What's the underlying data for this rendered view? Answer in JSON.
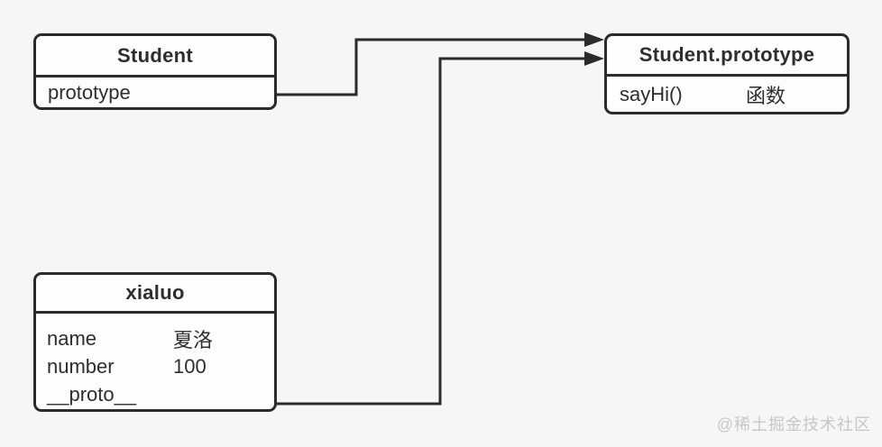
{
  "diagram": {
    "nodes": {
      "student": {
        "title": "Student",
        "rows": [
          {
            "label": "prototype",
            "value": ""
          }
        ]
      },
      "student_prototype": {
        "title": "Student.prototype",
        "rows": [
          {
            "label": "sayHi()",
            "value": "函数"
          }
        ]
      },
      "xialuo": {
        "title": "xialuo",
        "rows": [
          {
            "label": "name",
            "value": "夏洛"
          },
          {
            "label": "number",
            "value": "100"
          },
          {
            "label": "__proto__",
            "value": ""
          }
        ]
      }
    },
    "connections": [
      {
        "from": "Student.prototype",
        "to": "Student.prototype"
      },
      {
        "from": "xialuo.__proto__",
        "to": "Student.prototype"
      }
    ],
    "colors": {
      "background": "#f6f6f7",
      "box_fill": "#fdfdfd",
      "stroke": "#2b2b2b",
      "text": "#2e2e2e",
      "watermark": "#c7c7c9"
    }
  },
  "watermark": {
    "text": "@稀土掘金技术社区"
  }
}
